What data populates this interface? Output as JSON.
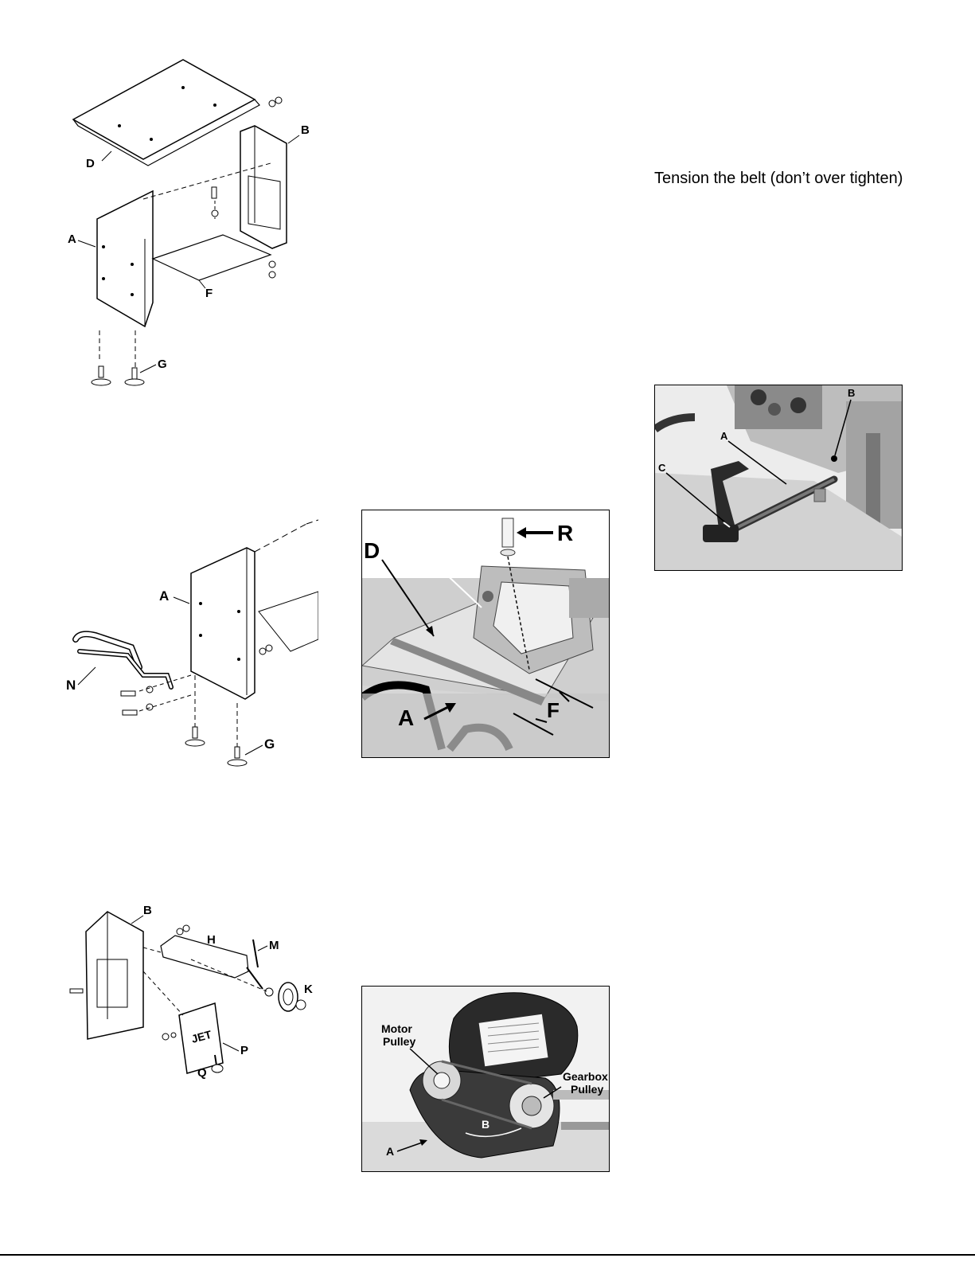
{
  "instruction_text": "Tension the belt (don’t over tighten)",
  "figures": {
    "stand_exploded": {
      "labels": {
        "d": "D",
        "b": "B",
        "a": "A",
        "f": "F",
        "g": "G"
      }
    },
    "handle_assembly": {
      "labels": {
        "a": "A",
        "n": "N",
        "g": "G"
      }
    },
    "wheel_assembly": {
      "labels": {
        "b": "B",
        "h": "H",
        "m": "M",
        "k": "K",
        "p": "P",
        "q": "Q",
        "brand": "JET"
      }
    },
    "base_photo": {
      "labels": {
        "d": "D",
        "r": "R",
        "a": "A",
        "f": "F"
      }
    },
    "belt_photo": {
      "labels": {
        "motor_pulley_1": "Motor",
        "motor_pulley_2": "Pulley",
        "gearbox_pulley_1": "Gearbox",
        "gearbox_pulley_2": "Pulley",
        "a": "A",
        "b": "B"
      }
    },
    "lever_photo": {
      "labels": {
        "a": "A",
        "b": "B",
        "c": "C"
      }
    }
  }
}
